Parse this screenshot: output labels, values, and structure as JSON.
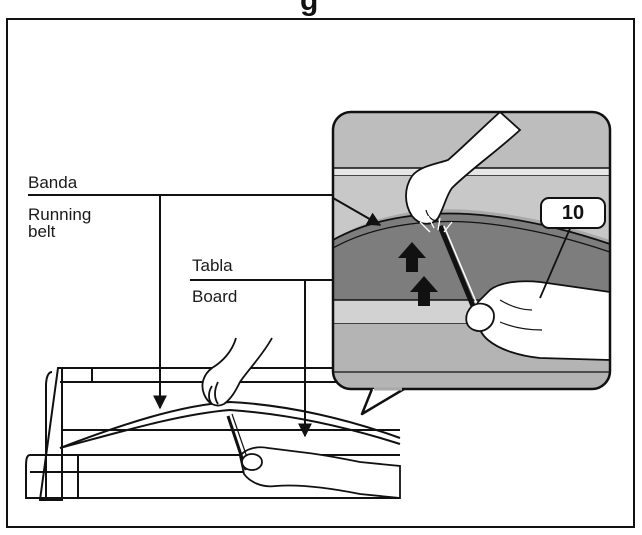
{
  "header_fragment": "g",
  "labels": {
    "belt_es": "Banda",
    "belt_en_line1": "Running",
    "belt_en_line2": "belt",
    "board_es": "Tabla",
    "board_en": "Board"
  },
  "callout_number": "10",
  "colors": {
    "line": "#111111",
    "inset_gray": "#a9a9a9",
    "belt_dark": "#7d7d7d",
    "page": "#ffffff"
  }
}
